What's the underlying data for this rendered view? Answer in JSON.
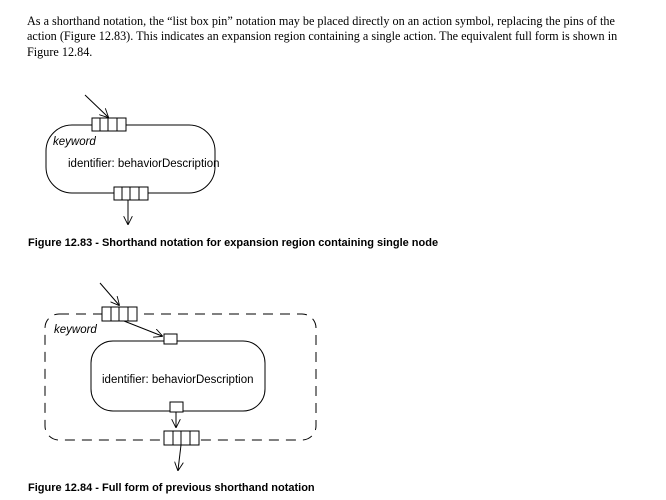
{
  "paragraph": {
    "lines": [
      "As a shorthand notation, the “list box pin” notation may be placed directly on an action symbol, replacing the pins of the",
      "action (Figure 12.83). This indicates an expansion region containing a single action. The equivalent full form is shown in",
      "Figure 12.84."
    ]
  },
  "figure_83": {
    "keyword": "keyword",
    "action_label": "identifier: behaviorDescription",
    "caption": "Figure 12.83 - Shorthand notation for expansion region containing single node"
  },
  "figure_84": {
    "keyword": "keyword",
    "action_label": "identifier: behaviorDescription",
    "caption": "Figure 12.84 - Full form of previous shorthand notation"
  }
}
